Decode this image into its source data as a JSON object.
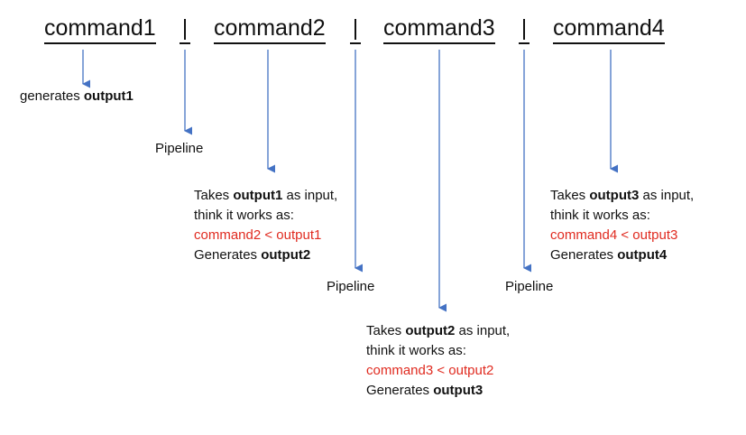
{
  "header": {
    "commands": [
      "command1",
      "command2",
      "command3",
      "command4"
    ],
    "pipe_symbol": "|"
  },
  "arrow_color": "#4472c4",
  "highlight_color": "#e02b20",
  "labels": {
    "generates_prefix": "generates",
    "output1": "output1",
    "pipeline": "Pipeline",
    "step2": {
      "takes_prefix": "Takes",
      "input_name": "output1",
      "takes_suffix": "as input,",
      "works_as": "think it works as:",
      "redirect": "command2 < output1",
      "generates_prefix": "Generates",
      "output_name": "output2"
    },
    "step3": {
      "takes_prefix": "Takes",
      "input_name": "output2",
      "takes_suffix": "as input,",
      "works_as": "think it works as:",
      "redirect": "command3 < output2",
      "generates_prefix": "Generates",
      "output_name": "output3"
    },
    "step4": {
      "takes_prefix": "Takes",
      "input_name": "output3",
      "takes_suffix": "as input,",
      "works_as": "think it works as:",
      "redirect": "command4 < output3",
      "generates_prefix": "Generates",
      "output_name": "output4"
    }
  }
}
